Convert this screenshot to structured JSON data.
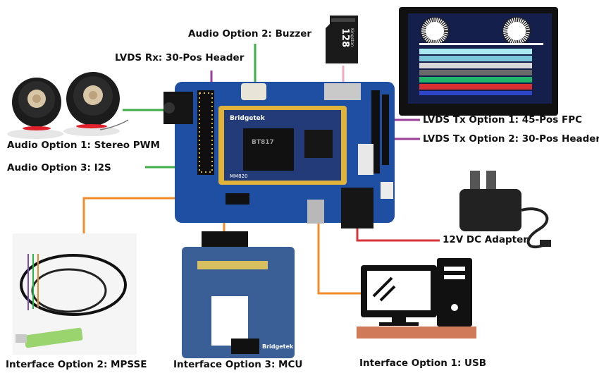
{
  "labels": {
    "audio_option_2": "Audio Option 2: Buzzer",
    "lvds_rx": "LVDS Rx: 30-Pos Header",
    "audio_option_1": "Audio Option 1: Stereo PWM",
    "audio_option_3": "Audio Option 3: I2S",
    "lvds_tx_option_1": "LVDS Tx Option 1: 45-Pos FPC",
    "lvds_tx_option_2": "LVDS Tx Option 2: 30-Pos Header",
    "dc_adapter": "12V DC Adapter",
    "interface_option_2": "Interface Option 2: MPSSE",
    "interface_option_3": "Interface Option 3: MCU",
    "interface_option_1": "Interface Option 1: USB"
  },
  "board": {
    "chip_brand": "Bridgetek",
    "chip_part": "BT817",
    "module_label": "MM820",
    "mcu_board_brand": "Bridgetek"
  },
  "sd_card": {
    "brand": "Kingston",
    "capacity": "128"
  },
  "colors": {
    "audio_line": "#3fae49",
    "lvds_line": "#9b3f9b",
    "sd_line": "#f2a9c2",
    "interface_line": "#f28c28",
    "power_line": "#d9343b",
    "board": "#1f4fa3"
  },
  "icons": [
    "speakers-image",
    "micro-sd-card-image",
    "lcd-display-image",
    "power-adapter-image",
    "usb-cable-image",
    "mcu-board-image",
    "desktop-computer-icon"
  ]
}
